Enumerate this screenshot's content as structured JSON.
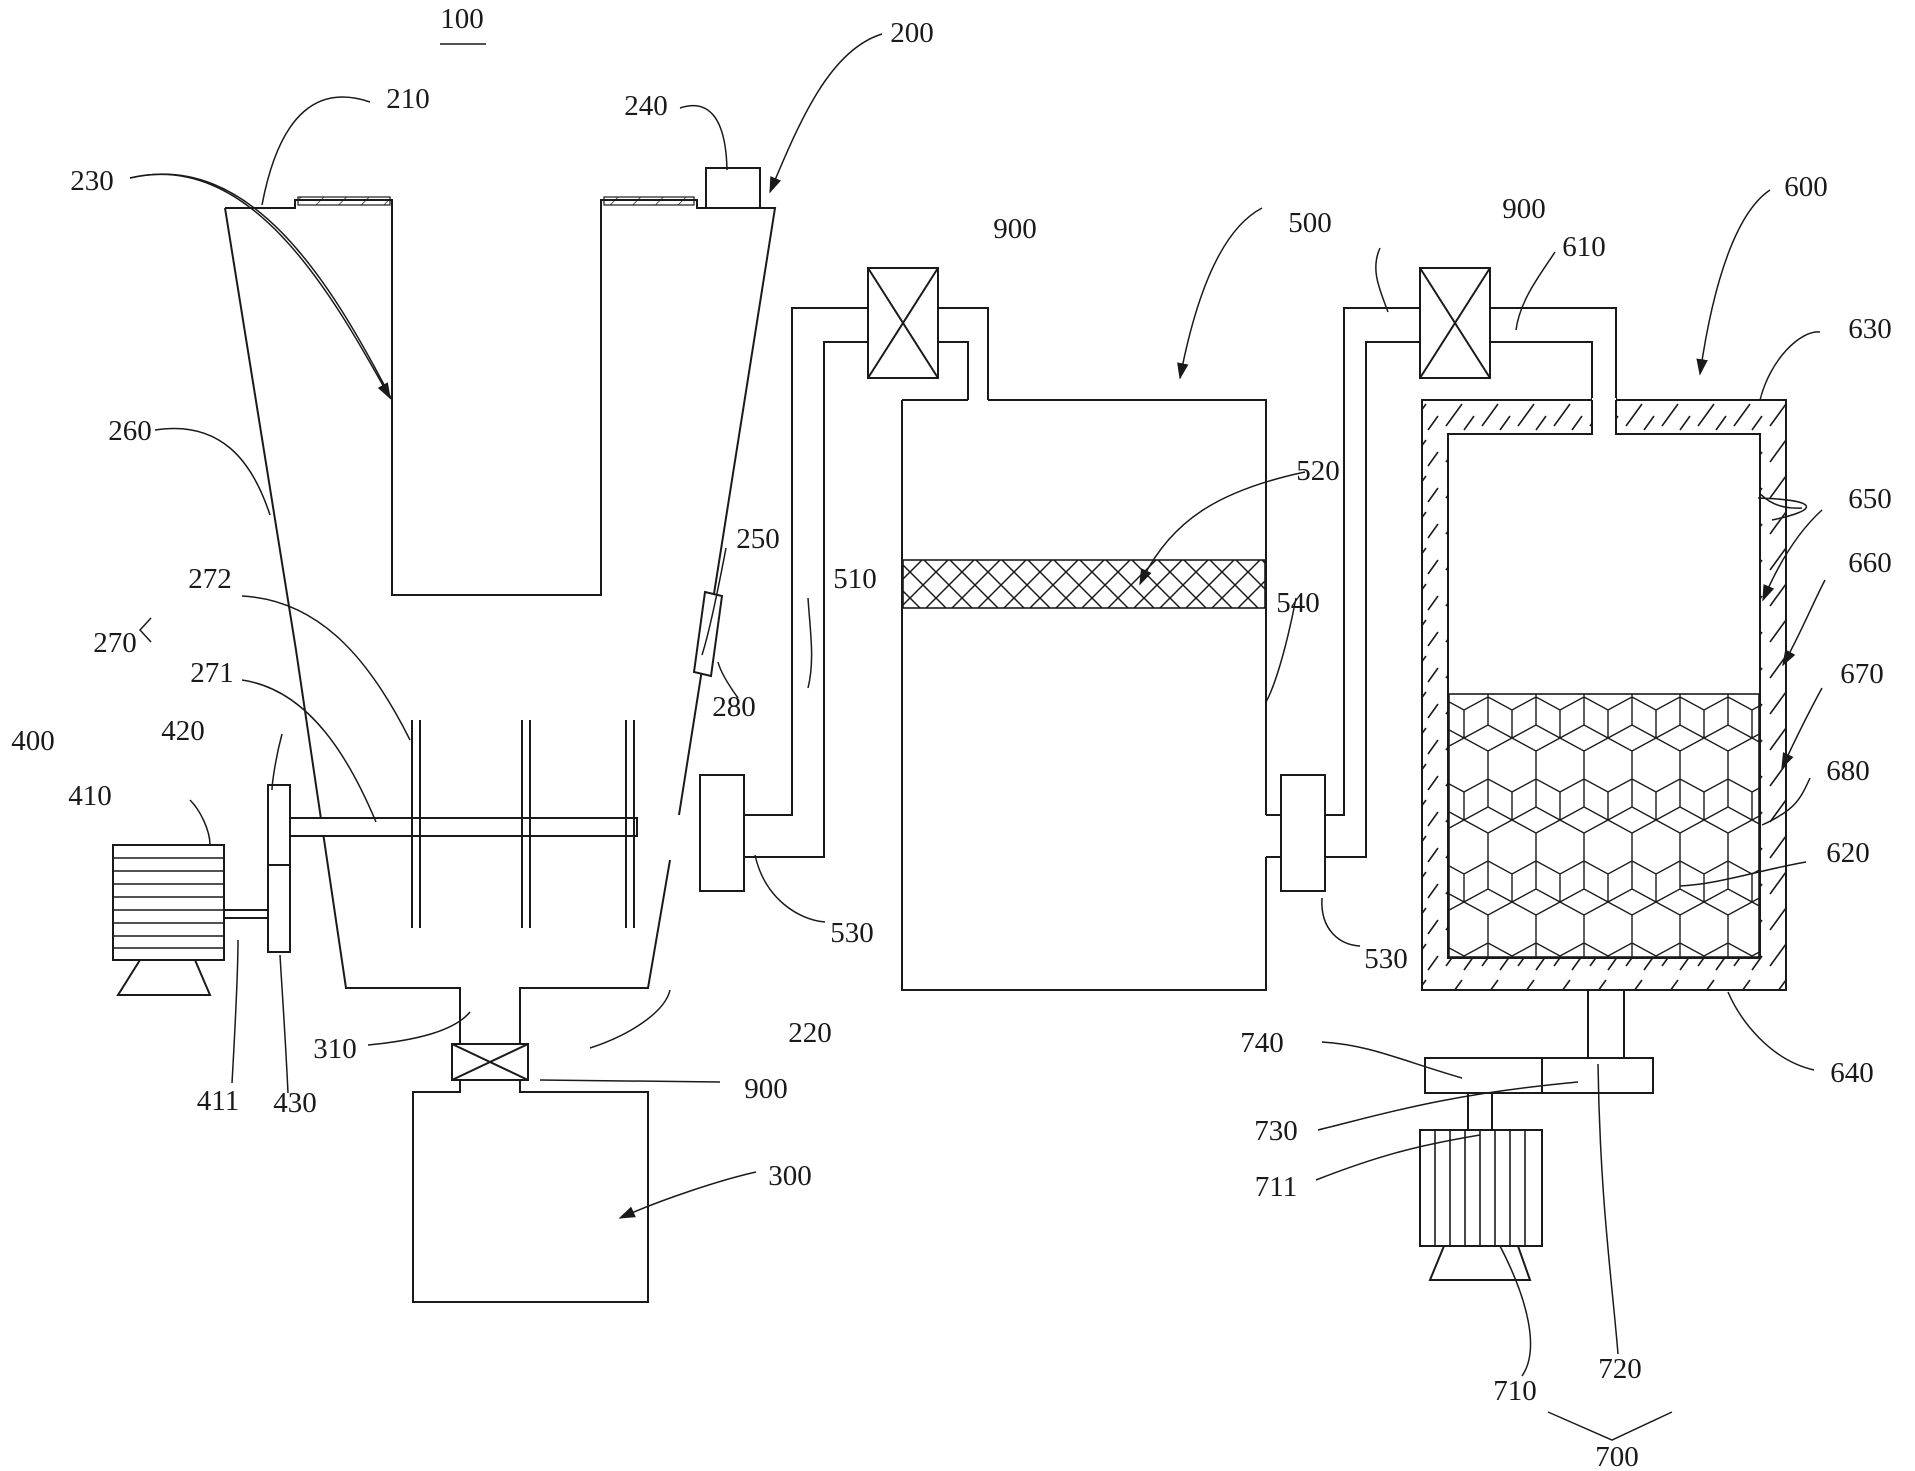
{
  "figure_label": "100",
  "labels": {
    "l200": "200",
    "l210": "210",
    "l220": "220",
    "l230": "230",
    "l240": "240",
    "l250": "250",
    "l260": "260",
    "l270": "270",
    "l271": "271",
    "l272": "272",
    "l280": "280",
    "l300": "300",
    "l310": "310",
    "l400": "400",
    "l410": "410",
    "l411": "411",
    "l420": "420",
    "l430": "430",
    "l500": "500",
    "l510": "510",
    "l520": "520",
    "l530a": "530",
    "l530b": "530",
    "l540": "540",
    "l600": "600",
    "l610": "610",
    "l620": "620",
    "l630": "630",
    "l640": "640",
    "l650": "650",
    "l660": "660",
    "l670": "670",
    "l680": "680",
    "l700": "700",
    "l710": "710",
    "l711": "711",
    "l720": "720",
    "l730": "730",
    "l740": "740",
    "l900a": "900",
    "l900b": "900",
    "l900c": "900"
  }
}
